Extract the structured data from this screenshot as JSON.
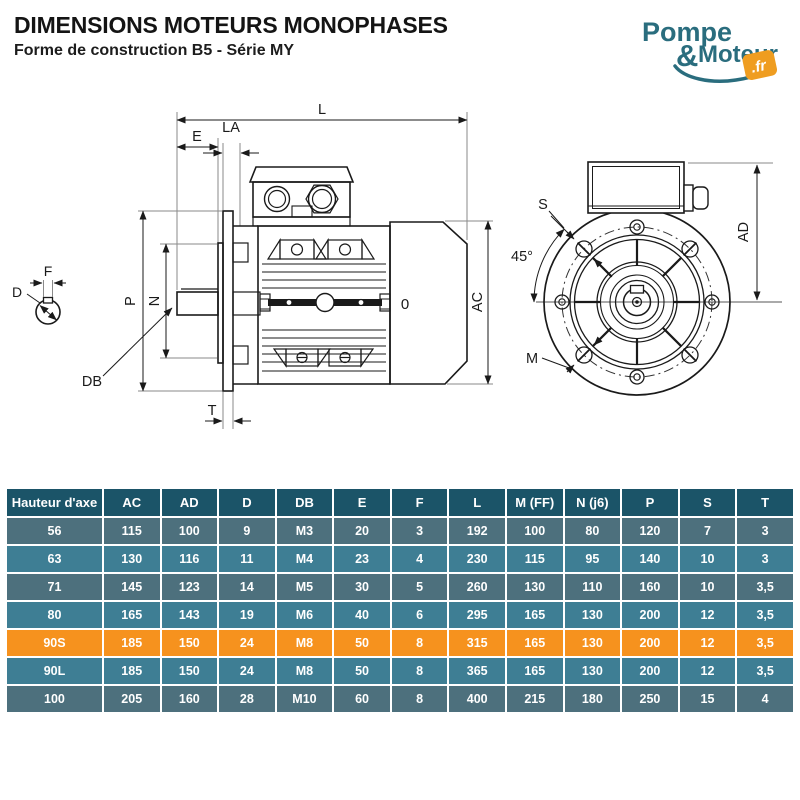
{
  "header": {
    "title": "DIMENSIONS MOTEURS MONOPHASES",
    "subtitle": "Forme de construction B5 - Série MY"
  },
  "logo": {
    "word1": "Pompe",
    "amp": "&",
    "word2": "Moteur",
    "tld": ".fr",
    "teal": "#2A6D7E",
    "orange": "#EF9D20"
  },
  "drawing": {
    "labels": {
      "L": "L",
      "E": "E",
      "LA": "LA",
      "P": "P",
      "N": "N",
      "DB": "DB",
      "T": "T",
      "AC": "AC",
      "zero": "0",
      "F": "F",
      "D": "D",
      "S": "S",
      "angle45": "45°",
      "M": "M",
      "AD": "AD"
    }
  },
  "table": {
    "columns": [
      "Hauteur d'axe",
      "AC",
      "AD",
      "D",
      "DB",
      "E",
      "F",
      "L",
      "M (FF)",
      "N (j6)",
      "P",
      "S",
      "T"
    ],
    "rows": [
      {
        "variant": "dark",
        "cells": [
          "56",
          "115",
          "100",
          "9",
          "M3",
          "20",
          "3",
          "192",
          "100",
          "80",
          "120",
          "7",
          "3"
        ]
      },
      {
        "variant": "blue",
        "cells": [
          "63",
          "130",
          "116",
          "11",
          "M4",
          "23",
          "4",
          "230",
          "115",
          "95",
          "140",
          "10",
          "3"
        ]
      },
      {
        "variant": "dark",
        "cells": [
          "71",
          "145",
          "123",
          "14",
          "M5",
          "30",
          "5",
          "260",
          "130",
          "110",
          "160",
          "10",
          "3,5"
        ]
      },
      {
        "variant": "blue",
        "cells": [
          "80",
          "165",
          "143",
          "19",
          "M6",
          "40",
          "6",
          "295",
          "165",
          "130",
          "200",
          "12",
          "3,5"
        ]
      },
      {
        "variant": "highlight",
        "cells": [
          "90S",
          "185",
          "150",
          "24",
          "M8",
          "50",
          "8",
          "315",
          "165",
          "130",
          "200",
          "12",
          "3,5"
        ]
      },
      {
        "variant": "blue",
        "cells": [
          "90L",
          "185",
          "150",
          "24",
          "M8",
          "50",
          "8",
          "365",
          "165",
          "130",
          "200",
          "12",
          "3,5"
        ]
      },
      {
        "variant": "dark",
        "cells": [
          "100",
          "205",
          "160",
          "28",
          "M10",
          "60",
          "8",
          "400",
          "215",
          "180",
          "250",
          "15",
          "4"
        ]
      }
    ],
    "colors": {
      "header_bg": "#1B5468",
      "row_dark": "#4D707D",
      "row_blue": "#3E7E94",
      "row_highlight": "#F6921E",
      "text": "#FFFFFF"
    }
  }
}
